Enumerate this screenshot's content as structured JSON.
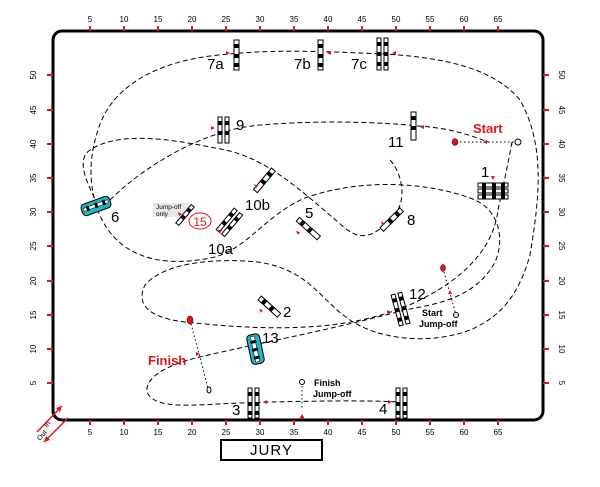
{
  "axes": {
    "x_ticks": [
      "5",
      "10",
      "15",
      "20",
      "25",
      "30",
      "35",
      "40",
      "45",
      "50",
      "55",
      "60",
      "65"
    ],
    "y_ticks": [
      "5",
      "10",
      "15",
      "20",
      "25",
      "30",
      "35",
      "40",
      "45",
      "50"
    ]
  },
  "obstacles": [
    {
      "label": "1"
    },
    {
      "label": "2"
    },
    {
      "label": "3"
    },
    {
      "label": "4"
    },
    {
      "label": "5"
    },
    {
      "label": "6"
    },
    {
      "label": "7a"
    },
    {
      "label": "7b"
    },
    {
      "label": "7c"
    },
    {
      "label": "8"
    },
    {
      "label": "9"
    },
    {
      "label": "10a"
    },
    {
      "label": "10b"
    },
    {
      "label": "11"
    },
    {
      "label": "12"
    },
    {
      "label": "13"
    },
    {
      "label": "15"
    }
  ],
  "markers": {
    "start": "Start",
    "finish": "Finish",
    "start_jumpoff": [
      "Start",
      "Jump-off"
    ],
    "finish_jumpoff": [
      "Finish",
      "Jump-off"
    ],
    "jumpoff_only": [
      "Jump-off",
      "only"
    ]
  },
  "gate": {
    "in": "In",
    "out": "Out"
  },
  "jury": "JURY",
  "colors": {
    "red": "#e0141b",
    "cyan": "#1fb5c6",
    "line": "#000000"
  }
}
